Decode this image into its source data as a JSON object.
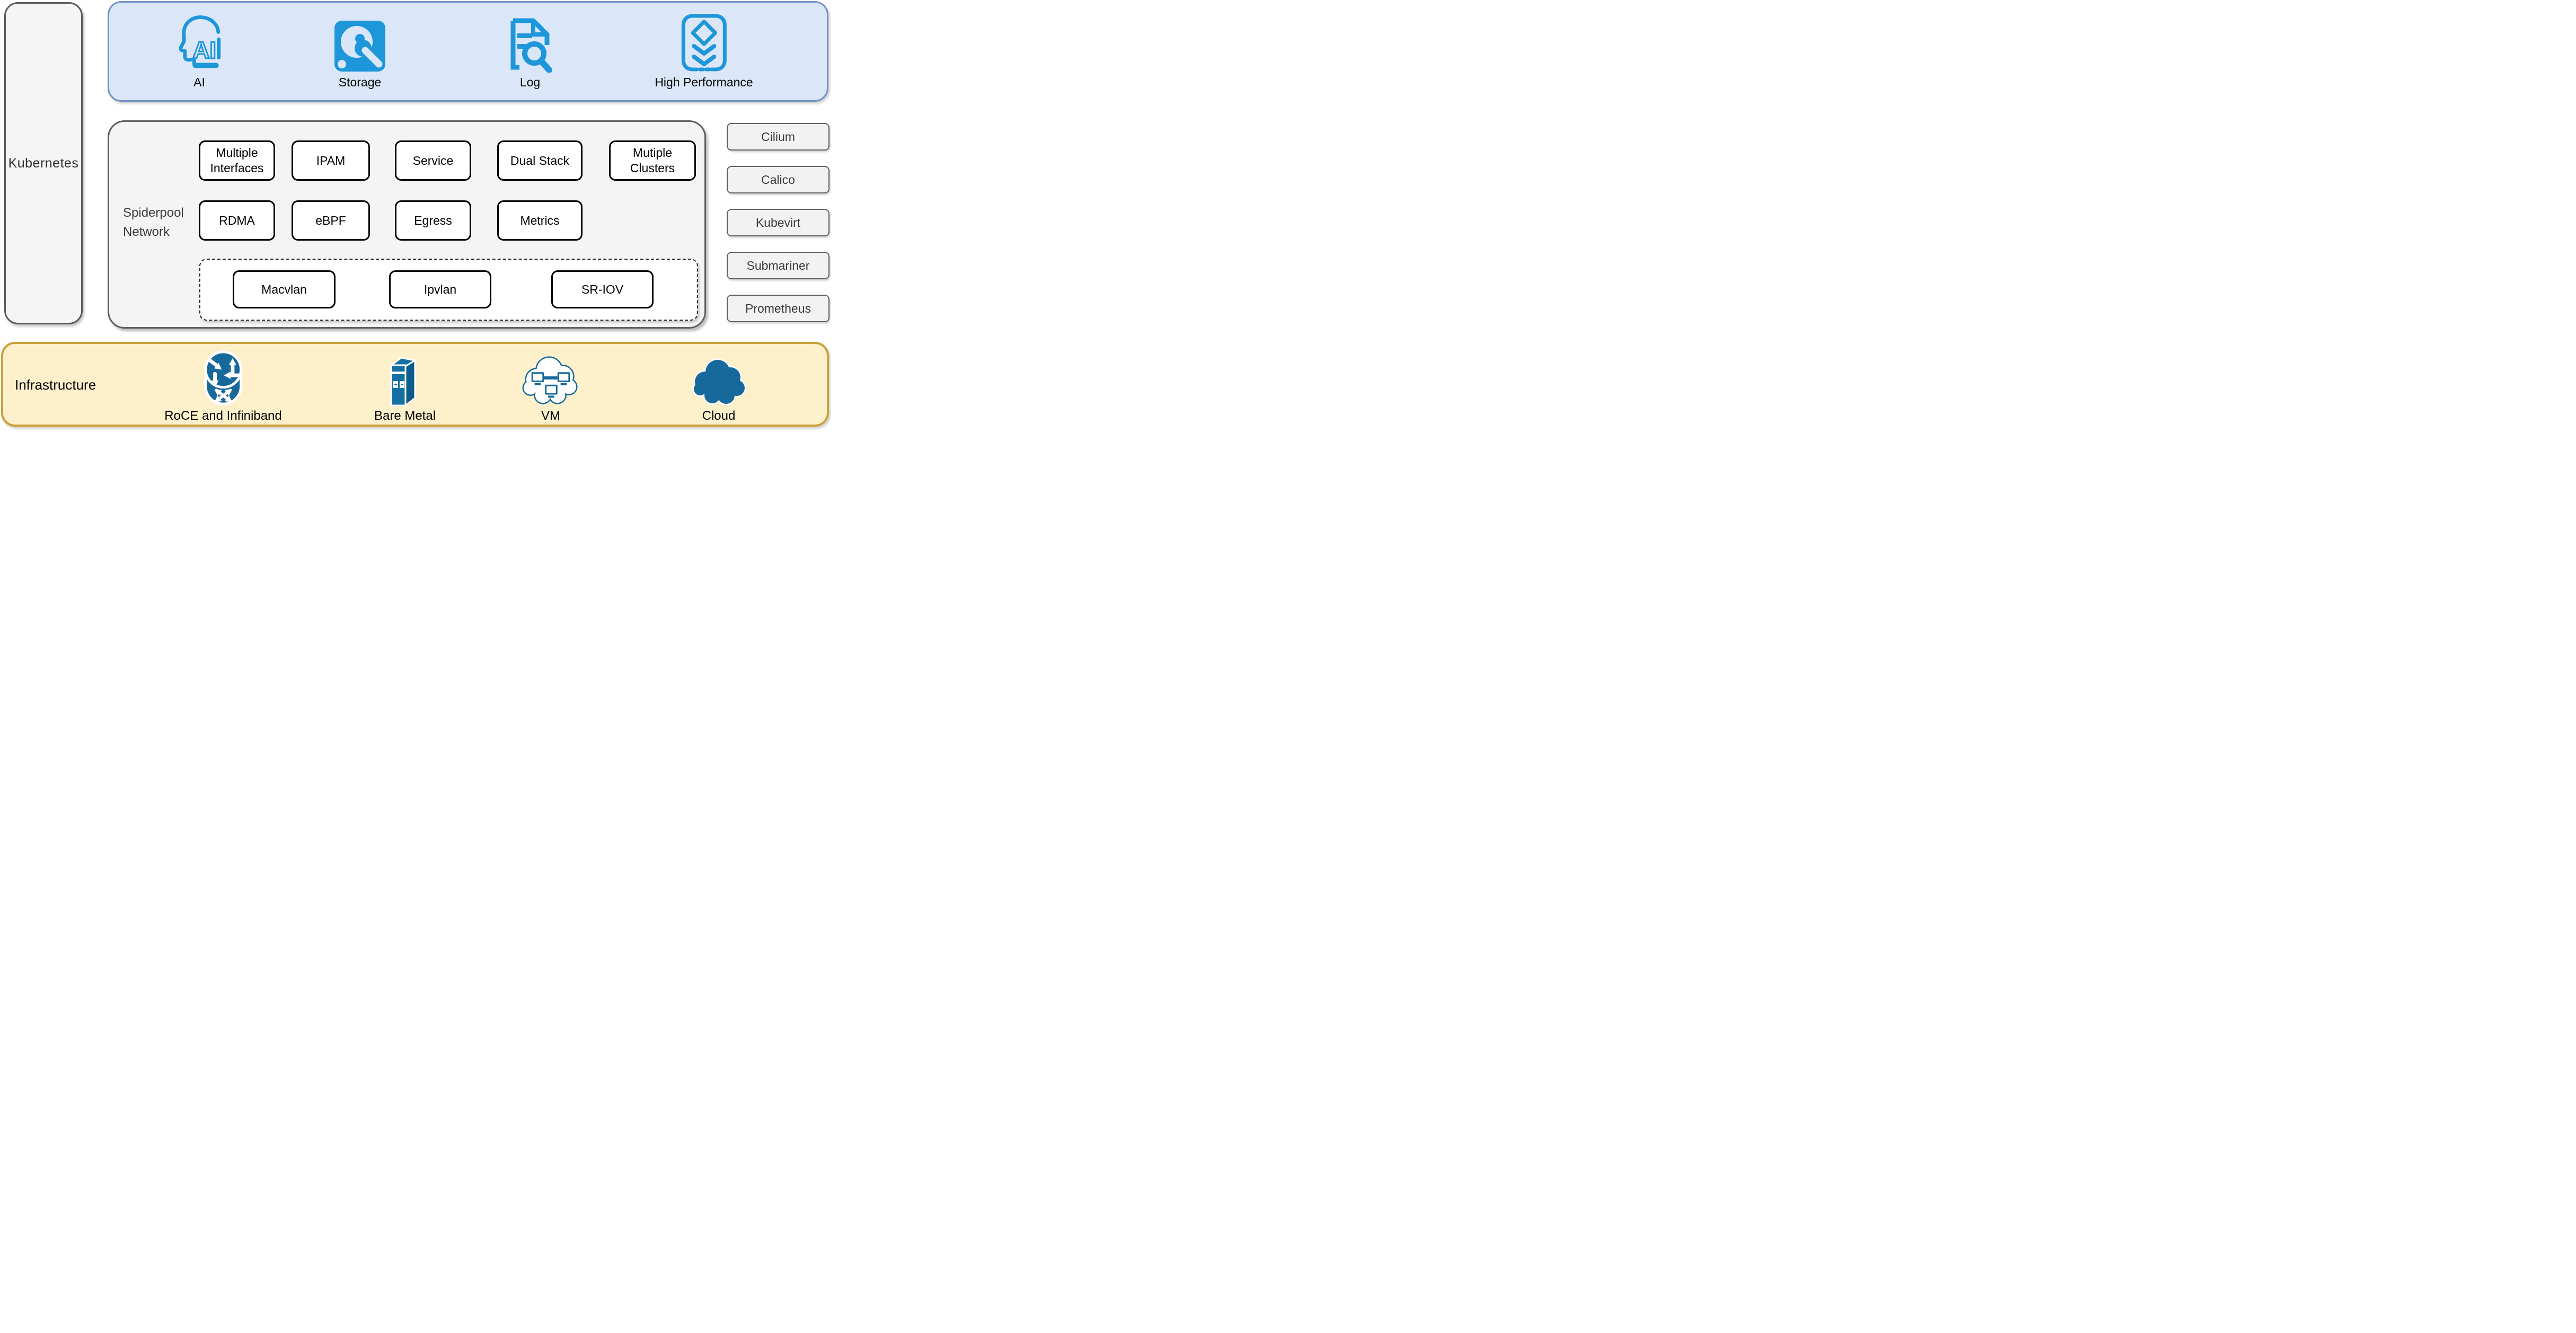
{
  "kubernetes": {
    "label": "Kubernetes"
  },
  "capabilities": {
    "items": [
      {
        "label": "AI",
        "icon": "ai-head-icon"
      },
      {
        "label": "Storage",
        "icon": "storage-disk-icon"
      },
      {
        "label": "Log",
        "icon": "log-search-icon"
      },
      {
        "label": "High Performance",
        "icon": "high-performance-icon"
      }
    ]
  },
  "spiderpool": {
    "label": "Spiderpool Network",
    "features_row1": [
      "Multiple Interfaces",
      "IPAM",
      "Service",
      "Dual Stack",
      "Mutiple Clusters"
    ],
    "features_row2": [
      "RDMA",
      "eBPF",
      "Egress",
      "Metrics"
    ],
    "cni_plugins": [
      "Macvlan",
      "Ipvlan",
      "SR-IOV"
    ]
  },
  "ecosystem": {
    "items": [
      "Cilium",
      "Calico",
      "Kubevirt",
      "Submariner",
      "Prometheus"
    ]
  },
  "infrastructure": {
    "label": "Infrastructure",
    "items": [
      {
        "label": "RoCE and Infiniband",
        "icon": "router-icon"
      },
      {
        "label": "Bare Metal",
        "icon": "server-tower-icon"
      },
      {
        "label": "VM",
        "icon": "vm-cloud-icon"
      },
      {
        "label": "Cloud",
        "icon": "cloud-icon"
      }
    ]
  },
  "colors": {
    "capability_icon_blue": "#1e97da",
    "capability_panel_fill": "#dbe7f8",
    "capability_panel_border": "#7191c1",
    "infra_icon_blue": "#16699a",
    "infra_panel_fill": "#fdf0cb",
    "infra_panel_border": "#c9a23c",
    "panel_gray_fill": "#f4f4f4",
    "panel_gray_border": "#606060"
  }
}
